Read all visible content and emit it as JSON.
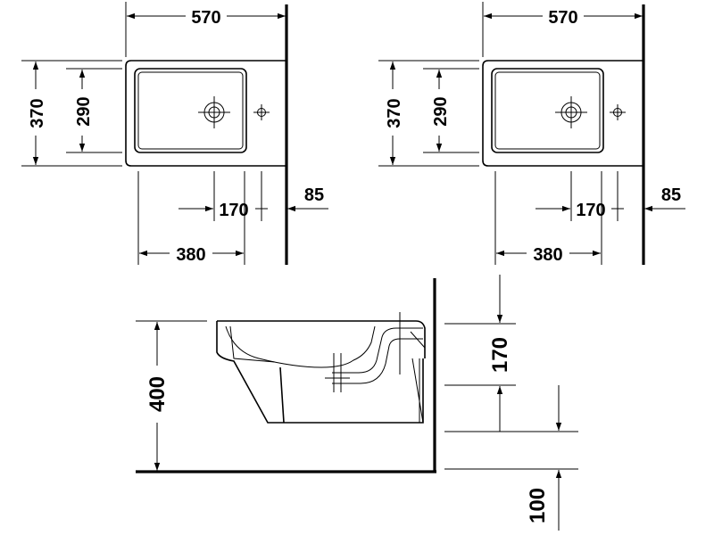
{
  "top_left_view": {
    "width": "570",
    "depth": "370",
    "inner_depth": "290",
    "tap_offset": "170",
    "wall_gap": "85",
    "outlet_distance": "380"
  },
  "top_right_view": {
    "width": "570",
    "depth": "370",
    "inner_depth": "290",
    "tap_offset": "170",
    "wall_gap": "85",
    "outlet_distance": "380"
  },
  "side_view": {
    "height": "400",
    "inlet_height": "170",
    "outlet_height": "100"
  }
}
